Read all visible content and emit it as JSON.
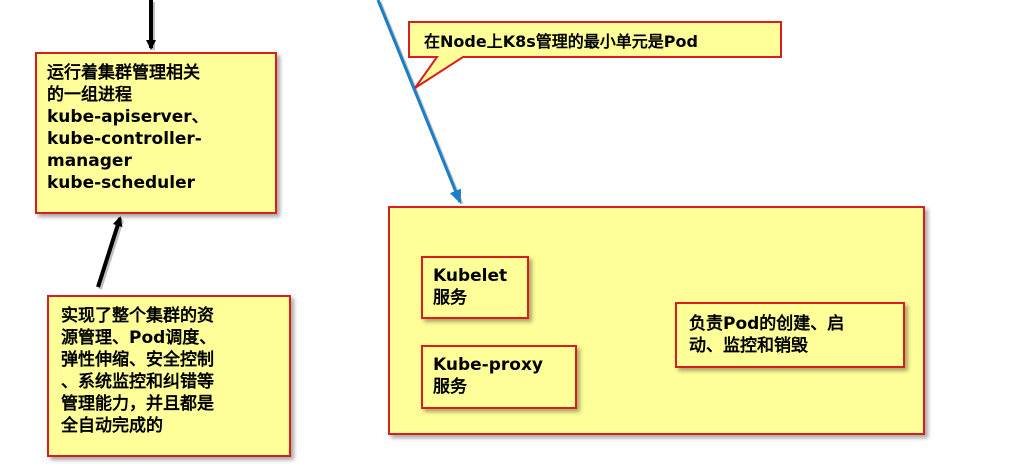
{
  "master_box": {
    "lines": [
      "运行着集群管理相关",
      "的一组进程",
      "kube-apiserver、",
      "kube-controller-",
      "manager",
      "kube-scheduler"
    ]
  },
  "master_desc_box": {
    "lines": [
      "实现了整个集群的资",
      "源管理、Pod调度、",
      "弹性伸缩、安全控制",
      "、系统监控和纠错等",
      "管理能力，并且都是",
      "全自动完成的"
    ]
  },
  "pod_callout": {
    "text": "在Node上K8s管理的最小单元是Pod"
  },
  "node_panel": {
    "kubelet": {
      "name": "Kubelet",
      "desc": "服务"
    },
    "kube_proxy": {
      "name": "Kube-proxy",
      "desc": "服务"
    },
    "pod_lifecycle": {
      "lines": [
        "负责Pod的创建、启",
        "动、监控和销毁"
      ]
    }
  },
  "colors": {
    "box_fill": "#ffff99",
    "border": "#d81e1e",
    "arrow_blue": "#1a7fc4",
    "arrow_black": "#000000"
  }
}
